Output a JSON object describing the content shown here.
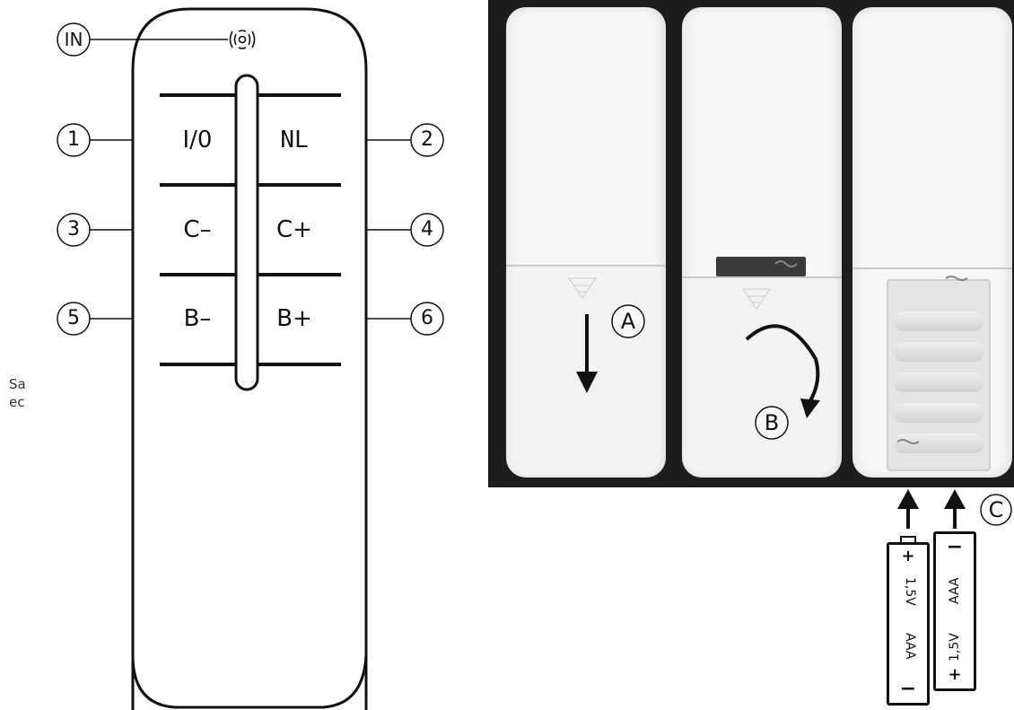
{
  "remote": {
    "ir_label": "IN",
    "buttons": {
      "on_off": "I/0",
      "night_light": "NL",
      "color_minus": "C–",
      "color_plus": "C+",
      "bright_minus": "B–",
      "bright_plus": "B+"
    },
    "markers": [
      "1",
      "2",
      "3",
      "4",
      "5",
      "6"
    ]
  },
  "side_text": {
    "line1": "Sa",
    "line2": "ec"
  },
  "photo": {
    "step_a": "A",
    "step_b": "B",
    "step_c": "C"
  },
  "batteries": [
    {
      "voltage": "1,5V",
      "type": "AAA",
      "top_sign": "+",
      "bottom_sign": "−"
    },
    {
      "voltage": "1,5V",
      "type": "AAA",
      "top_sign": "−",
      "bottom_sign": "+"
    }
  ],
  "colors": {
    "photo_background": "#1d1d1d",
    "remote_body": "#f7f7f5",
    "line": "#111111"
  },
  "icons": {
    "ir_emitter": "wireless-signal-icon",
    "arrow_a": "arrow-down-icon",
    "arrow_b": "curved-arrow-icon",
    "arrow_c": "arrow-up-icon"
  }
}
